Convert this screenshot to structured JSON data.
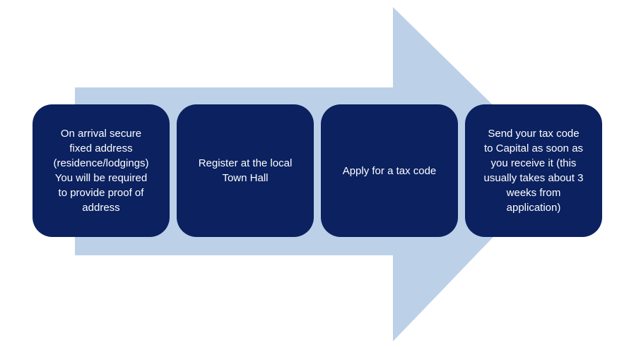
{
  "colors": {
    "arrow_fill": "#bcd0e8",
    "box_fill": "#0b2160",
    "box_text": "#ffffff"
  },
  "steps": [
    {
      "text": "On arrival secure\nfixed address\n(residence/lodgings)\nYou will be required\nto provide  proof of\naddress"
    },
    {
      "text": "Register at the local\nTown Hall"
    },
    {
      "text": "Apply for a tax code"
    },
    {
      "text": "Send your tax code\nto Capital as soon as\nyou receive it (this\nusually takes about 3\nweeks from\napplication)"
    }
  ]
}
